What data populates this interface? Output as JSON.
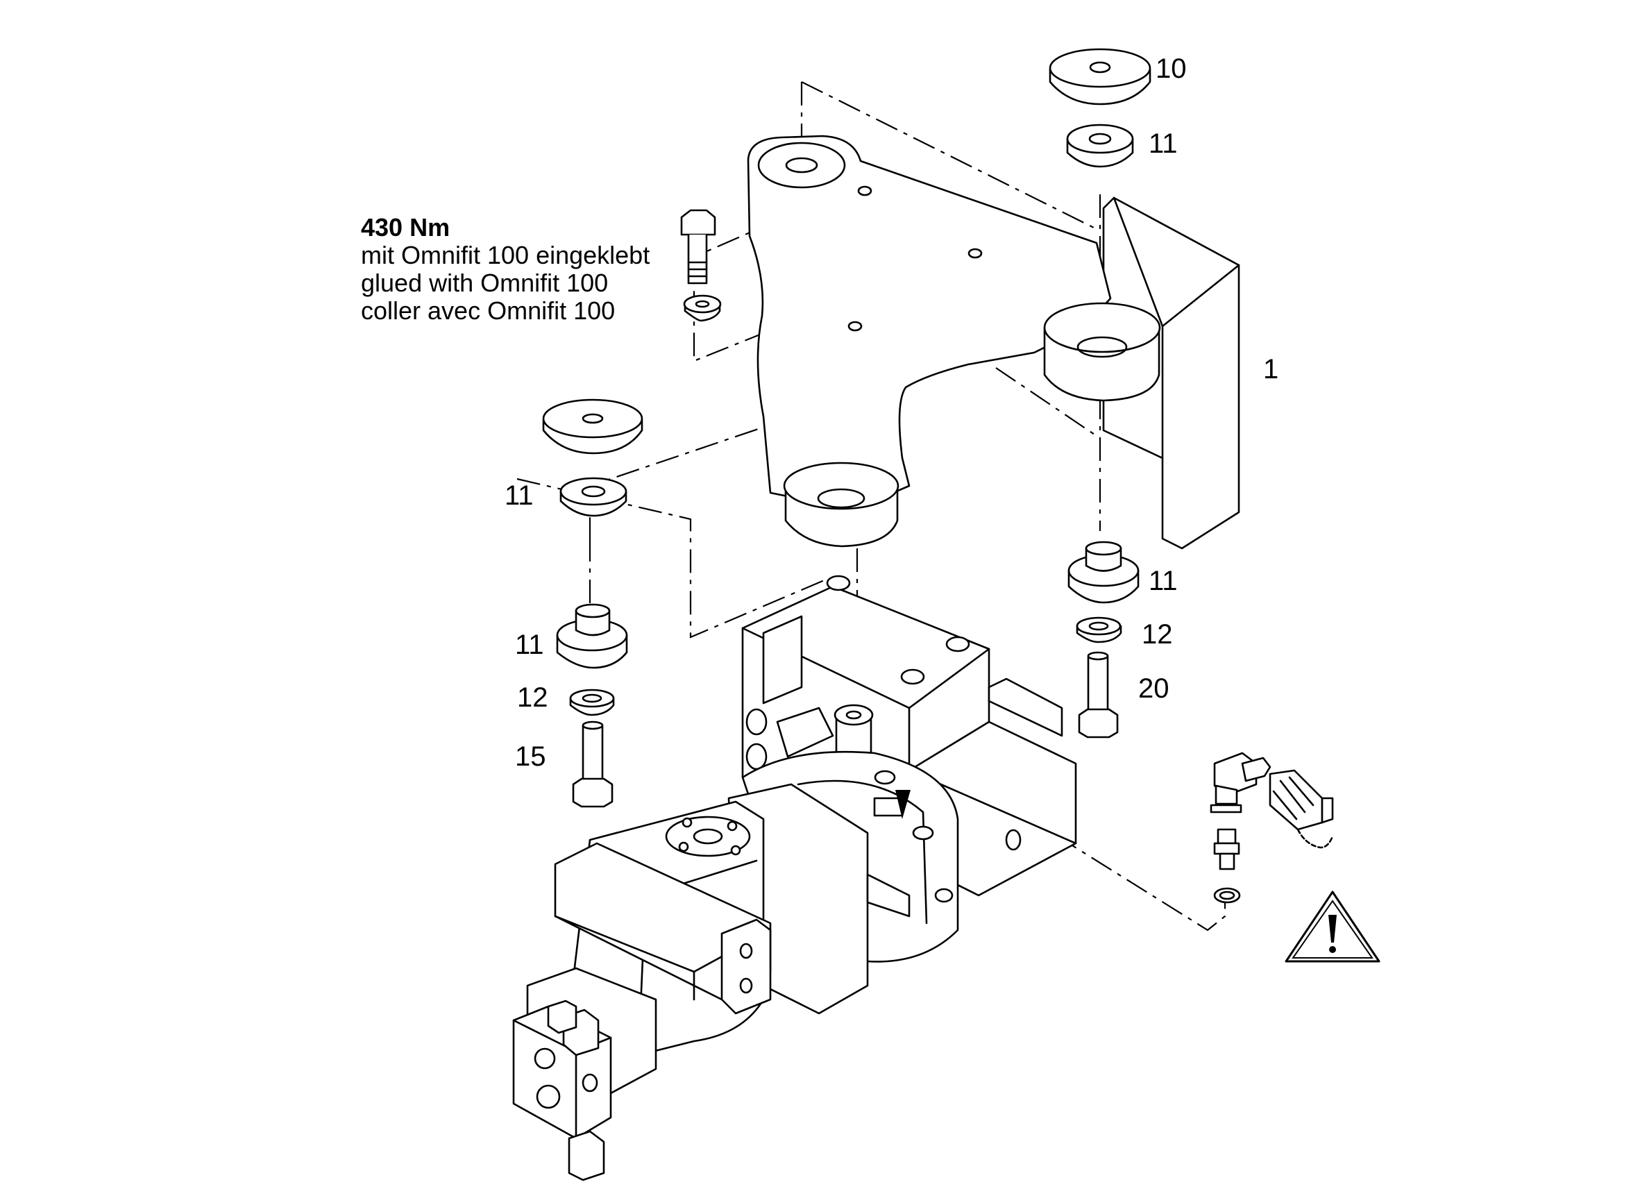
{
  "note": {
    "torque": "430 Nm",
    "line_de": "mit Omnifit 100 eingeklebt",
    "line_en": "glued with Omnifit 100",
    "line_fr": "coller avec Omnifit 100"
  },
  "labels": {
    "p10": "10",
    "p11_top": "11",
    "p1": "1",
    "p11_left_washer": "11",
    "p11_right_mount": "11",
    "p12_right": "12",
    "p20": "20",
    "p11_left_mount": "11",
    "p12_left": "12",
    "p15": "15"
  },
  "icons": {
    "warning": "warning-triangle-icon"
  }
}
